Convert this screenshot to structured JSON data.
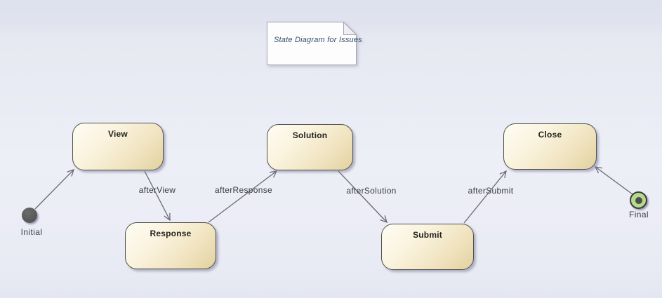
{
  "diagram": {
    "note_text": "State Diagram for Issues",
    "states": [
      {
        "label": "View"
      },
      {
        "label": "Solution"
      },
      {
        "label": "Close"
      },
      {
        "label": "Response"
      },
      {
        "label": "Submit"
      }
    ],
    "pseudostates": {
      "initial": {
        "label": "Initial"
      },
      "final": {
        "label": "Final"
      }
    },
    "transitions": [
      {
        "from": "Initial",
        "to": "View",
        "label": ""
      },
      {
        "from": "View",
        "to": "Response",
        "label": "afterView"
      },
      {
        "from": "Response",
        "to": "Solution",
        "label": "afterResponse"
      },
      {
        "from": "Solution",
        "to": "Submit",
        "label": "afterSolution"
      },
      {
        "from": "Submit",
        "to": "Close",
        "label": "afterSubmit"
      },
      {
        "from": "Final",
        "to": "Close",
        "label": ""
      }
    ],
    "colors": {
      "background_top": "#dee1ee",
      "background_middle": "#edeff7",
      "state_fill_light": "#fefcf3",
      "state_fill_dark": "#e2d1a0",
      "state_border": "#50504a",
      "connector": "#6a6a74",
      "initial_node_fill": "#585858",
      "final_node_ring": "#b6d98d",
      "final_node_dot": "#4e4e4e",
      "note_fill": "#fdfdfe",
      "note_border": "#a6a6b3",
      "note_text_color": "#34506c"
    }
  }
}
